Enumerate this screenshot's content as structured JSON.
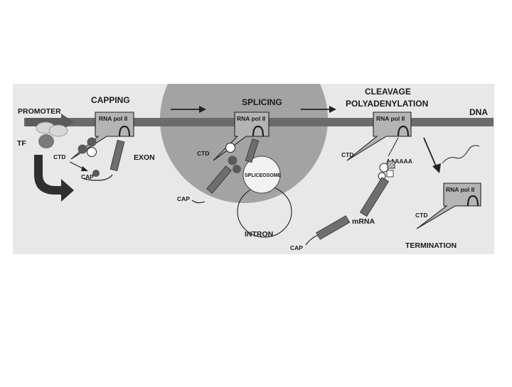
{
  "labels": {
    "promoter": "PROMOTER",
    "tf": "TF",
    "capping": "CAPPING",
    "splicing": "SPLICING",
    "cleavage": "CLEAVAGE",
    "polyadenylation": "POLYADENYLATION",
    "dna": "DNA",
    "rna_pol_ii": "RNA pol II",
    "ctd": "CTD",
    "cap": "CAP",
    "exon": "EXON",
    "spliceosome": "SPLICEOSOME",
    "intron": "INTRON",
    "polya": "AAAAAA",
    "mrna": "mRNA",
    "termination": "TERMINATION"
  }
}
